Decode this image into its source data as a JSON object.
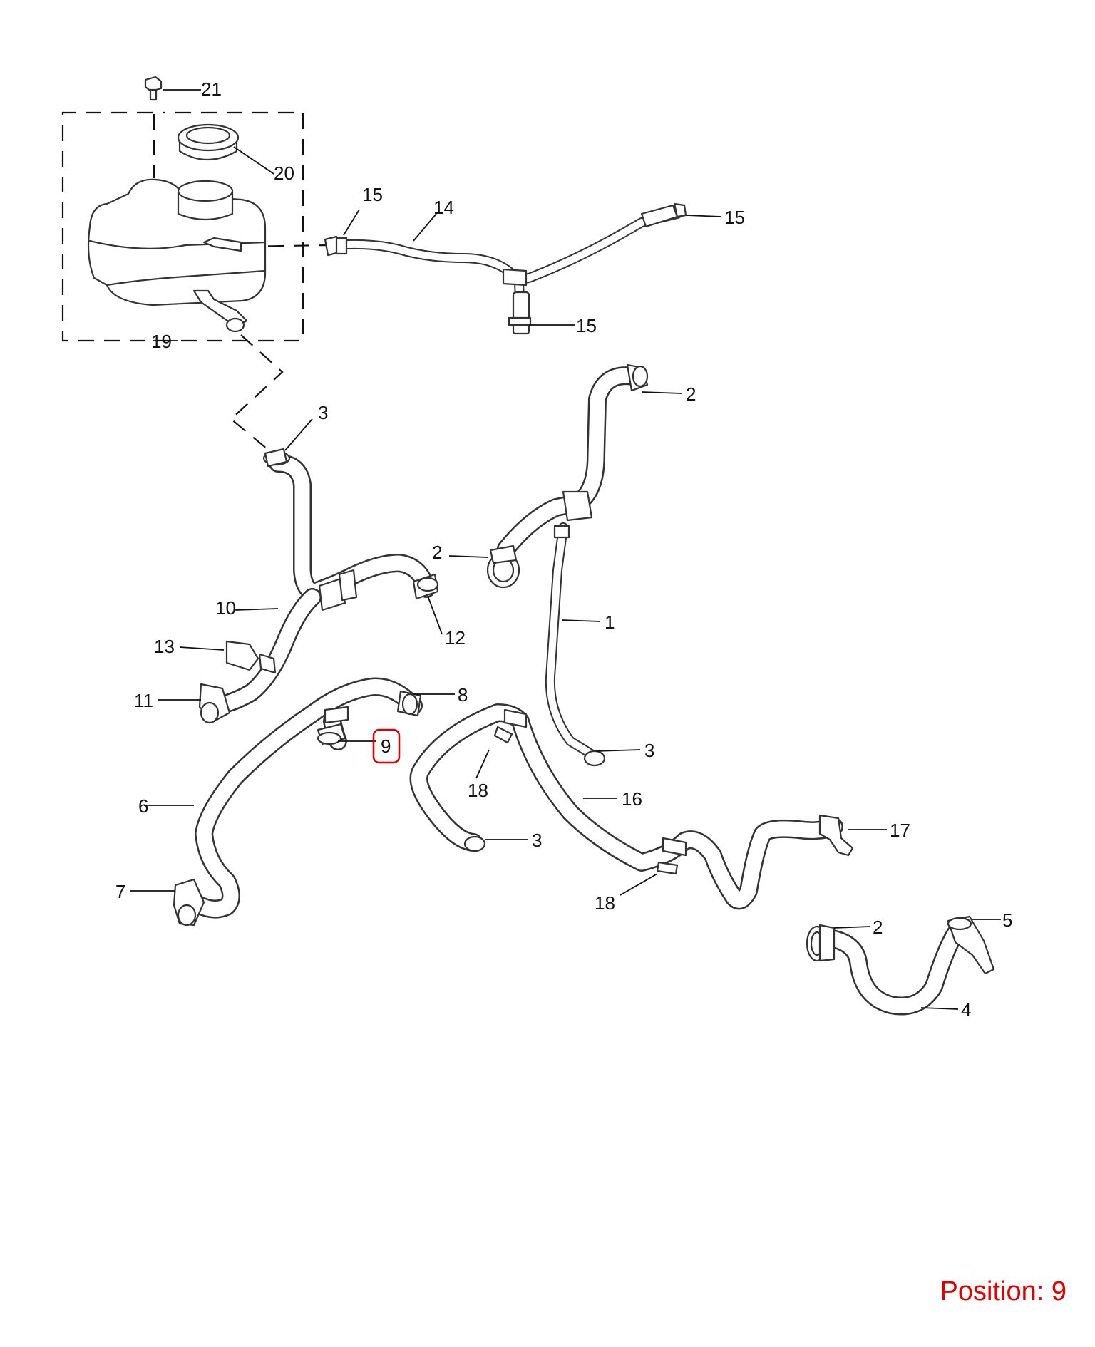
{
  "callouts": [
    "21",
    "20",
    "15",
    "14",
    "15",
    "15",
    "19",
    "3",
    "2",
    "2",
    "10",
    "12",
    "1",
    "13",
    "11",
    "8",
    "9",
    "3",
    "18",
    "16",
    "6",
    "3",
    "17",
    "7",
    "18",
    "2",
    "5",
    "4"
  ],
  "position_label": "Position: 9",
  "highlighted_callout": "9",
  "highlight_color": "#e00000"
}
